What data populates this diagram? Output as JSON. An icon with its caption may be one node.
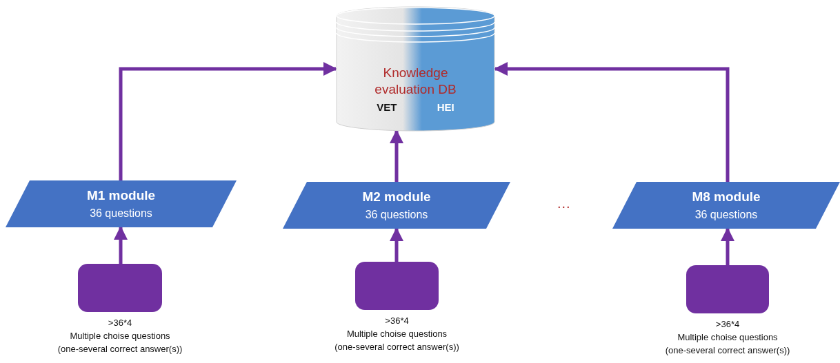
{
  "diagram": {
    "nodes": [
      {
        "text": [
          "Knowledge evaluation DB",
          "VET",
          "HEI"
        ]
      },
      {
        "text": [
          "M1 module",
          "36 questions"
        ]
      },
      {
        "text": [
          "M2 module",
          "36 questions"
        ]
      },
      {
        "text": [
          "M8 module",
          "36 questions"
        ]
      },
      {
        "text": [],
        "shape": "box",
        "beside": [
          ">36*4",
          "Multiple choise questions",
          "(one-several correct answer(s))"
        ]
      },
      {
        "text": [],
        "shape": "box",
        "beside": [
          ">36*4",
          "Multiple choise questions",
          "(one-several correct answer(s))"
        ]
      },
      {
        "text": [],
        "shape": "box",
        "beside": [
          ">36*4",
          "Multiple choise questions",
          "(one-several correct answer(s))"
        ]
      }
    ],
    "edges": [
      {
        "from": 1,
        "to": 0,
        "arrow": "to"
      },
      {
        "from": 2,
        "to": 0,
        "arrow": "to"
      },
      {
        "from": 3,
        "to": 0,
        "arrow": "to"
      },
      {
        "from": 4,
        "to": 1,
        "arrow": "to"
      },
      {
        "from": 5,
        "to": 2,
        "arrow": "to"
      },
      {
        "from": 6,
        "to": 3,
        "arrow": "to"
      }
    ],
    "labels": [
      "..."
    ]
  }
}
